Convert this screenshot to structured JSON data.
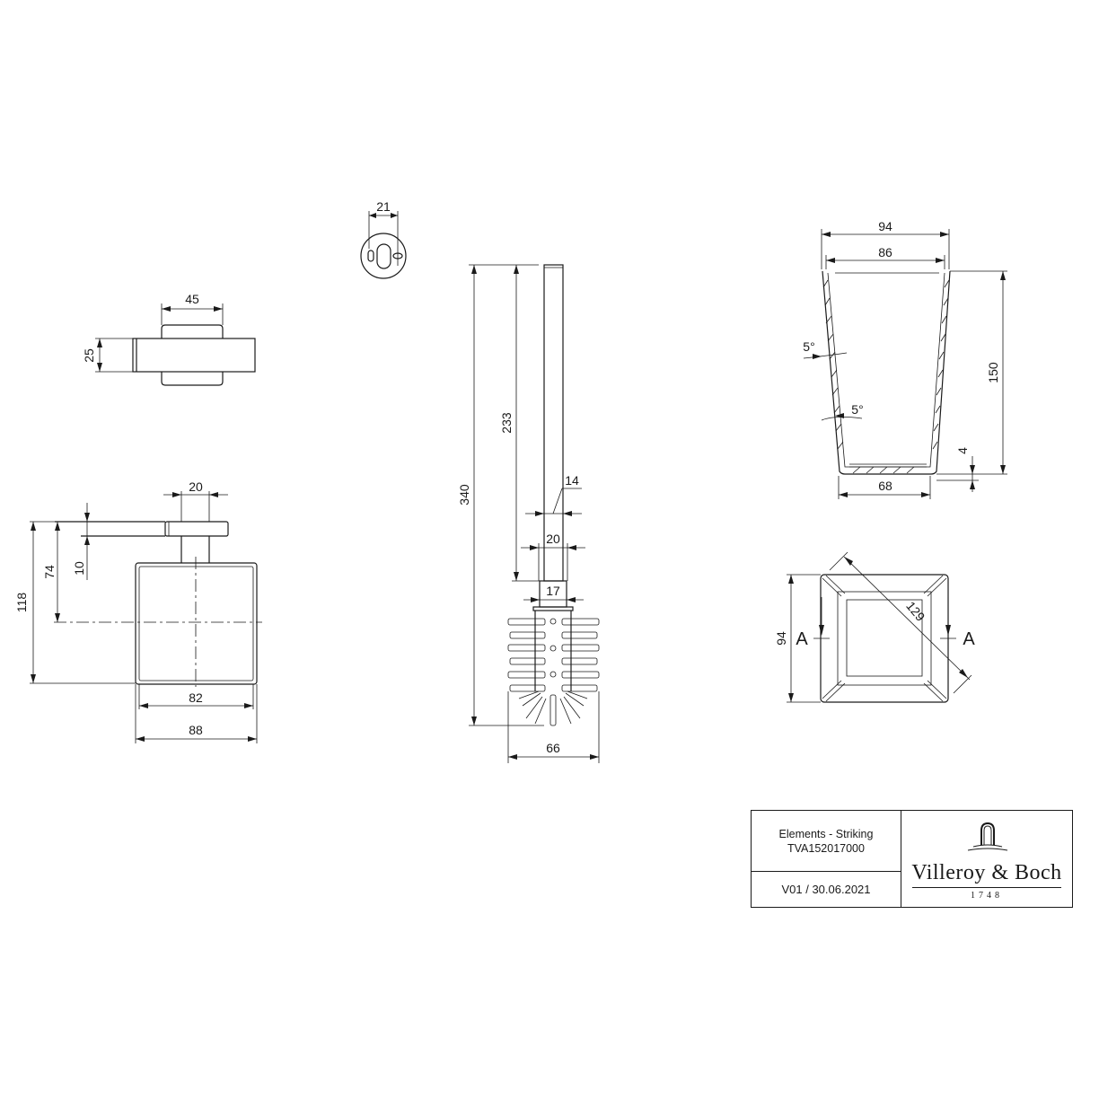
{
  "title_block": {
    "product_name": "Elements - Striking",
    "article_number": "TVA152017000",
    "version": "V01 / 30.06.2021",
    "brand": "Villeroy & Boch",
    "brand_year": "1748"
  },
  "views": {
    "holder_top": {
      "width": "45",
      "height": "25"
    },
    "wall_plate": {
      "width": "21"
    },
    "holder_side": {
      "arm_width": "20",
      "arm_thickness": "10",
      "center_height": "74",
      "total_height": "118",
      "inner_width": "82",
      "outer_width": "88"
    },
    "brush": {
      "total_length": "340",
      "handle_length": "233",
      "handle_diameter": "14",
      "collar_width": "20",
      "neck_width": "17",
      "head_width": "66"
    },
    "container_section": {
      "outer_top": "94",
      "inner_top": "86",
      "height": "150",
      "bottom_width": "68",
      "base_offset": "4",
      "angle_outer": "5°",
      "angle_inner": "5°"
    },
    "container_top": {
      "side": "94",
      "diagonal": "129",
      "section_left": "A",
      "section_right": "A"
    }
  }
}
